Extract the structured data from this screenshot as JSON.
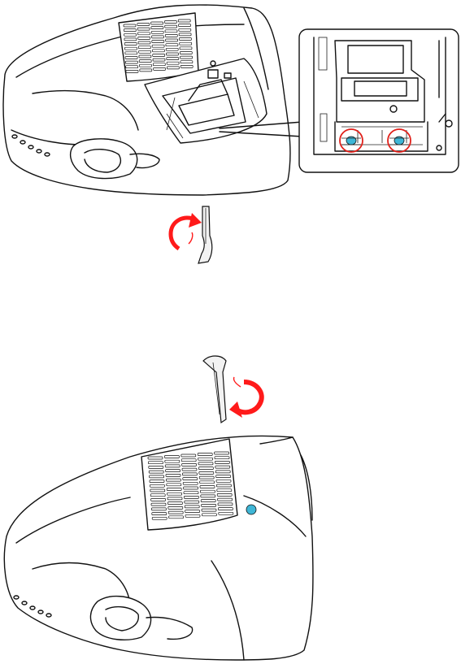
{
  "figure": {
    "steps": [
      {
        "action": "loosen-lamp-cover-screw",
        "arrow_direction": "counterclockwise",
        "icons": [
          "screwdriver-icon",
          "rotate-arrow-icon"
        ]
      },
      {
        "action": "tighten-lamp-cover-screw",
        "arrow_direction": "clockwise",
        "icons": [
          "screwdriver-icon",
          "rotate-arrow-icon"
        ]
      }
    ],
    "colors": {
      "line": "#111111",
      "arrow": "#ff1a1a",
      "highlight_circle": "#e0201a",
      "screw_fill": "#3fb6d6",
      "background": "#ffffff"
    }
  }
}
